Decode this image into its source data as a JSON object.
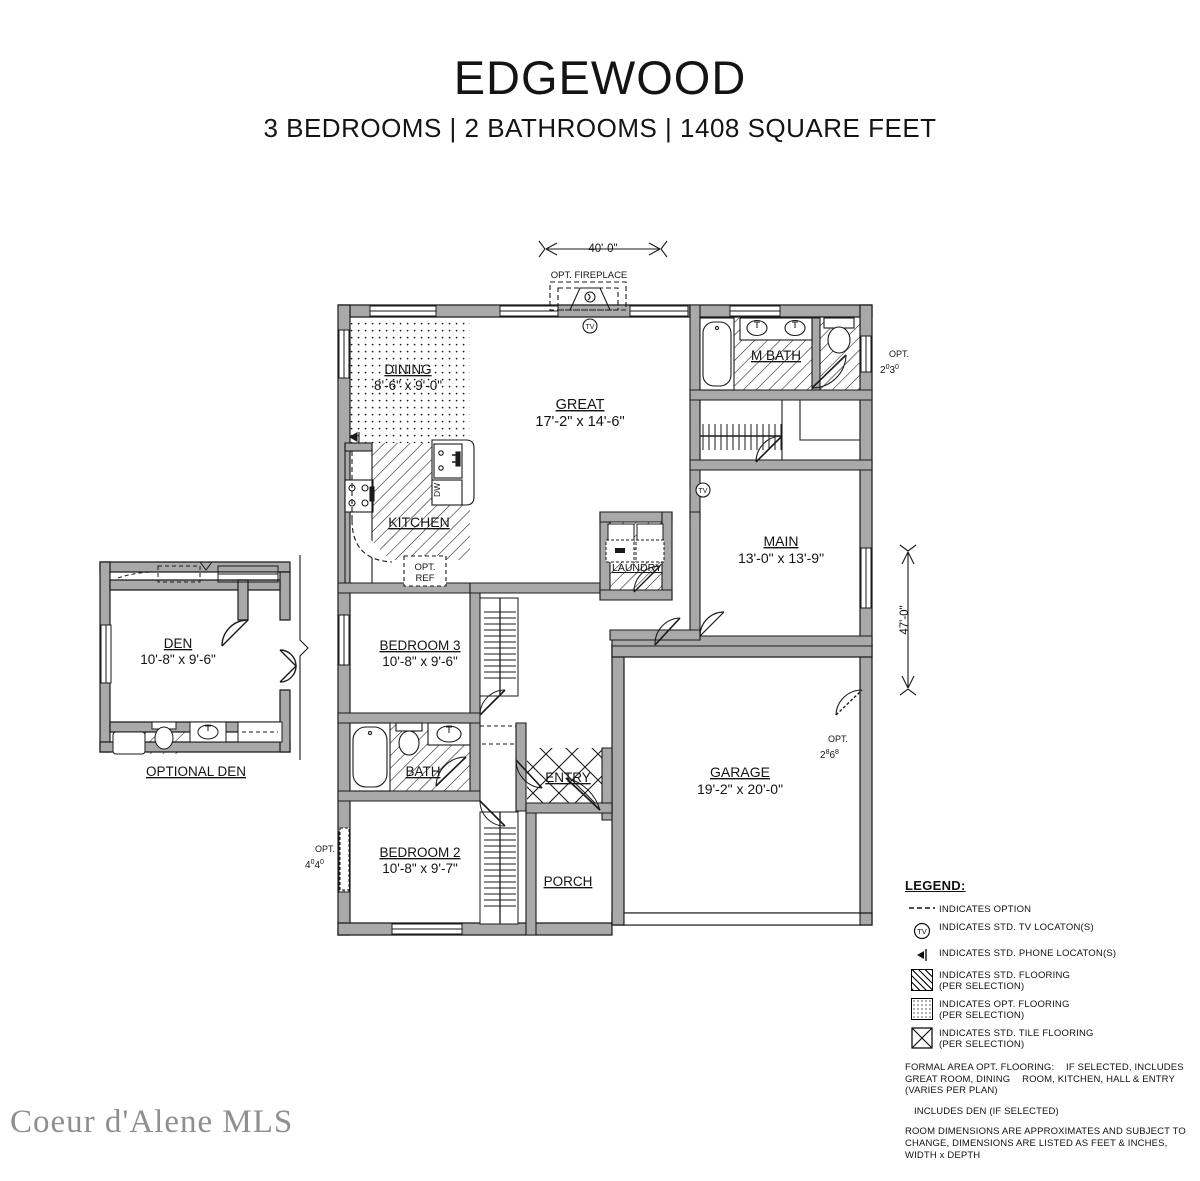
{
  "header": {
    "title": "EDGEWOOD",
    "subtitle": "3 BEDROOMS | 2 BATHROOMS | 1408 SQUARE FEET"
  },
  "watermark": "Coeur d'Alene MLS",
  "dimensions": {
    "overall_width": "40'-0\"",
    "overall_depth": "47'-0\""
  },
  "rooms": [
    {
      "name": "DINING",
      "size": "8'-6\" x 9'-0\""
    },
    {
      "name": "GREAT",
      "size": "17'-2\" x 14'-6\""
    },
    {
      "name": "KITCHEN",
      "size": ""
    },
    {
      "name": "M BATH",
      "size": ""
    },
    {
      "name": "MAIN",
      "size": "13'-0\" x 13'-9\""
    },
    {
      "name": "LAUNDRY",
      "size": ""
    },
    {
      "name": "BEDROOM 3",
      "size": "10'-8\" x 9'-6\""
    },
    {
      "name": "BATH",
      "size": ""
    },
    {
      "name": "BEDROOM 2",
      "size": "10'-8\" x 9'-7\""
    },
    {
      "name": "ENTRY",
      "size": ""
    },
    {
      "name": "PORCH",
      "size": ""
    },
    {
      "name": "GARAGE",
      "size": "19'-2\" x 20'-0\""
    },
    {
      "name": "DEN",
      "size": "10'-8\" x 9'-6\""
    }
  ],
  "annotations": {
    "opt_fireplace": "OPT. FIREPLACE",
    "opt_ref_line1": "OPT.",
    "opt_ref_line2": "REF",
    "dw": "DW",
    "optional_den_caption": "OPTIONAL DEN",
    "opt_door_mbath": {
      "label": "OPT.",
      "code_main": "2",
      "code_sup1": "0",
      "code_mid": "3",
      "code_sup2": "0"
    },
    "opt_door_garage": {
      "label": "OPT.",
      "code_main": "2",
      "code_sup1": "8",
      "code_mid": "6",
      "code_sup2": "8"
    },
    "opt_window_bed2": {
      "label": "OPT.",
      "code_main": "4",
      "code_sup1": "0",
      "code_mid": "4",
      "code_sup2": "0"
    }
  },
  "legend": {
    "title": "LEGEND:",
    "items": [
      {
        "symbol": "dashed-line",
        "line1": "INDICATES OPTION",
        "line2": ""
      },
      {
        "symbol": "tv-circle",
        "line1": "INDICATES STD. TV LOCATON(S)",
        "line2": ""
      },
      {
        "symbol": "phone-jack",
        "line1": "INDICATES STD. PHONE LOCATON(S)",
        "line2": ""
      },
      {
        "symbol": "hatch-box",
        "line1": "INDICATES STD. FLOORING",
        "line2": "(PER SELECTION)"
      },
      {
        "symbol": "dotted-box",
        "line1": "INDICATES OPT. FLOORING",
        "line2": "(PER SELECTION)"
      },
      {
        "symbol": "cross-box",
        "line1": "INDICATES STD. TILE FLOORING",
        "line2": "(PER SELECTION)"
      }
    ],
    "notes": [
      {
        "lead": "FORMAL AREA OPT. FLOORING:",
        "body1": "IF SELECTED, INCLUDES GREAT ROOM, DINING",
        "body2": "ROOM, KITCHEN, HALL & ENTRY (VARIES PER PLAN)"
      },
      {
        "lead": "",
        "body1": "INCLUDES DEN (IF SELECTED)",
        "body2": ""
      },
      {
        "lead": "ROOM DIMENSIONS ARE APPROXIMATES AND",
        "body1": "SUBJECT TO CHANGE, DIMENSIONS ARE LISTED AS",
        "body2": "FEET & INCHES, WIDTH x DEPTH"
      }
    ]
  },
  "colors": {
    "wall_fill": "#a9a9a9",
    "line": "#1a1a1a",
    "text": "#141414",
    "watermark": "#7b7b83"
  }
}
